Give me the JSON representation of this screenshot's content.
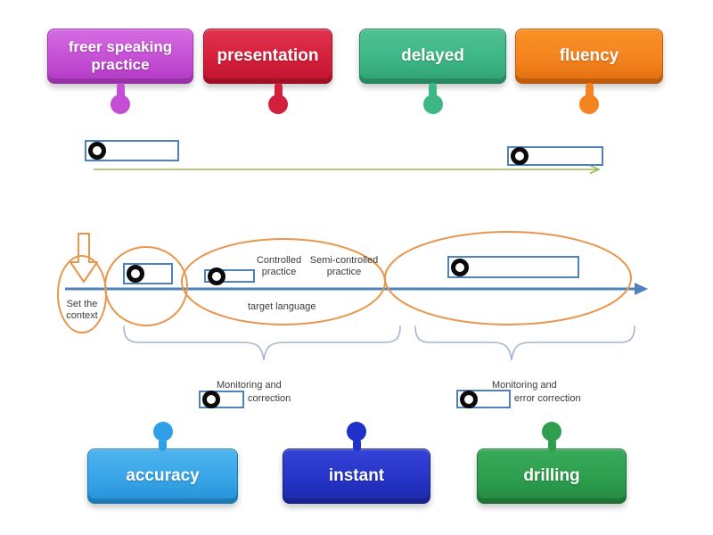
{
  "labels": {
    "top": [
      {
        "text": "freer speaking practice",
        "color": "#c44fd4"
      },
      {
        "text": "presentation",
        "color": "#d41f3c"
      },
      {
        "text": "delayed",
        "color": "#3eb787"
      },
      {
        "text": "fluency",
        "color": "#f5831f"
      }
    ],
    "bottom": [
      {
        "text": "accuracy",
        "color": "#38a5e8"
      },
      {
        "text": "instant",
        "color": "#2634c8"
      },
      {
        "text": "drilling",
        "color": "#2d9e4e"
      }
    ]
  },
  "diagram": {
    "set_the_context": "Set the context",
    "controlled_practice": "Controlled practice",
    "semi_controlled_practice": "Semi-controlled practice",
    "target_language": "target language",
    "monitoring_left": {
      "line1": "Monitoring and",
      "line2": "correction"
    },
    "monitoring_right": {
      "line1": "Monitoring and",
      "line2": "error correction"
    },
    "colors": {
      "ellipse_stroke": "#e8964b",
      "timeline_arrow": "#4f81bd",
      "green_arrow": "#9bbb59",
      "brace": "#a6b5cf",
      "slot_border": "#4f81bd",
      "drop_marker": "#0b0b0b"
    }
  }
}
